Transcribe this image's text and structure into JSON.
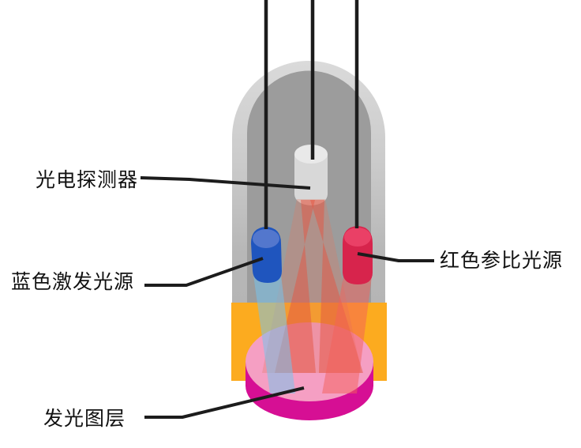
{
  "diagram": {
    "labels": {
      "photodetector": "光电探测器",
      "blue_source": "蓝色激发光源",
      "red_source": "红色参比光源",
      "luminescent_layer": "发光图层"
    },
    "colors": {
      "cavity": "#9c9c9c",
      "shell_top": "#d6d6d6",
      "orange_band": "#fcab1f",
      "disc_top": "#f59fc3",
      "disc_rim": "#d60f94",
      "detector_body": "#d8d8d8",
      "detector_top": "#e9e9e9",
      "blue_led": "#1f55be",
      "blue_led_top": "#5377cd",
      "red_led": "#d7244c",
      "red_led_top": "#ea4066",
      "beam_red": "rgba(228,85,66,0.50)",
      "beam_faint": "rgba(222,118,96,0.30)",
      "beam_blue": "rgba(120,195,235,0.55)",
      "beam_red_narrow": "rgba(243,95,90,0.50)",
      "wire": "#1c1c1c"
    }
  }
}
